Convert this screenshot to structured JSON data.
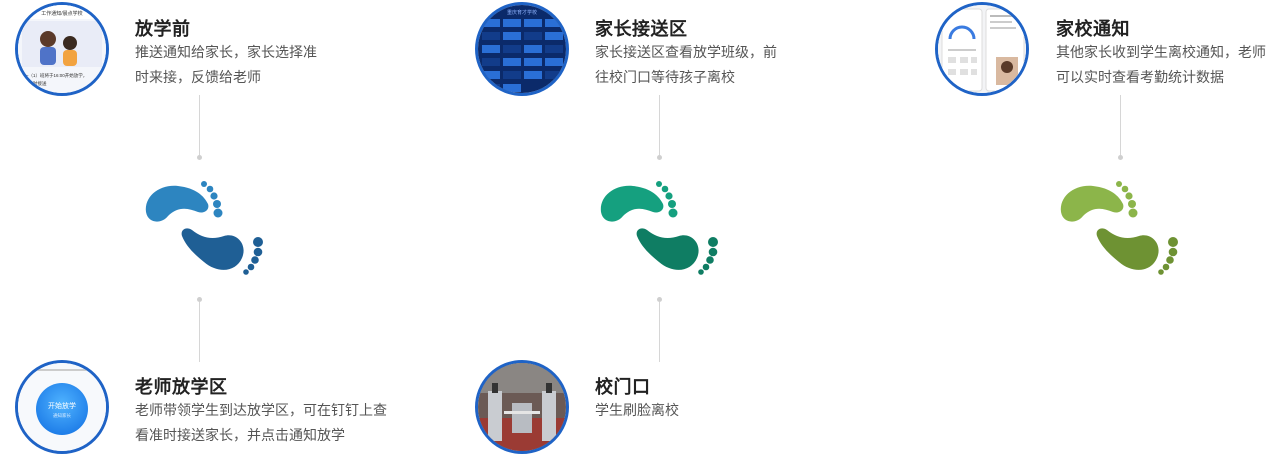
{
  "steps": [
    {
      "title": "放学前",
      "desc": "推送通知给家长，家长选择准时来接，反馈给老师",
      "img_text": "工作通知/晨点学校",
      "img_text2": "一（1）班将于16:00开始放学，",
      "img_text3": "请及时接送"
    },
    {
      "title": "家长接送区",
      "desc": "家长接送区查看放学班级，前往校门口等待孩子离校",
      "img_text": "重庆育才学校"
    },
    {
      "title": "家校通知",
      "desc": "其他家长收到学生离校通知，老师可以实时查看考勤统计数据"
    },
    {
      "title": "老师放学区",
      "desc": "老师带领学生到达放学区，可在钉钉上查看准时接送家长，并点击通知放学",
      "img_text": "开始放学",
      "img_text2": "通知家长"
    },
    {
      "title": "校门口",
      "desc": "学生刷脸离校"
    }
  ],
  "colors": {
    "circle_border": "#1f63c6",
    "feet_blue": [
      "#2d85c0",
      "#1f5f95"
    ],
    "feet_teal": [
      "#15a07f",
      "#0f7d63"
    ],
    "feet_green": [
      "#8cb54a",
      "#6e9233"
    ]
  }
}
